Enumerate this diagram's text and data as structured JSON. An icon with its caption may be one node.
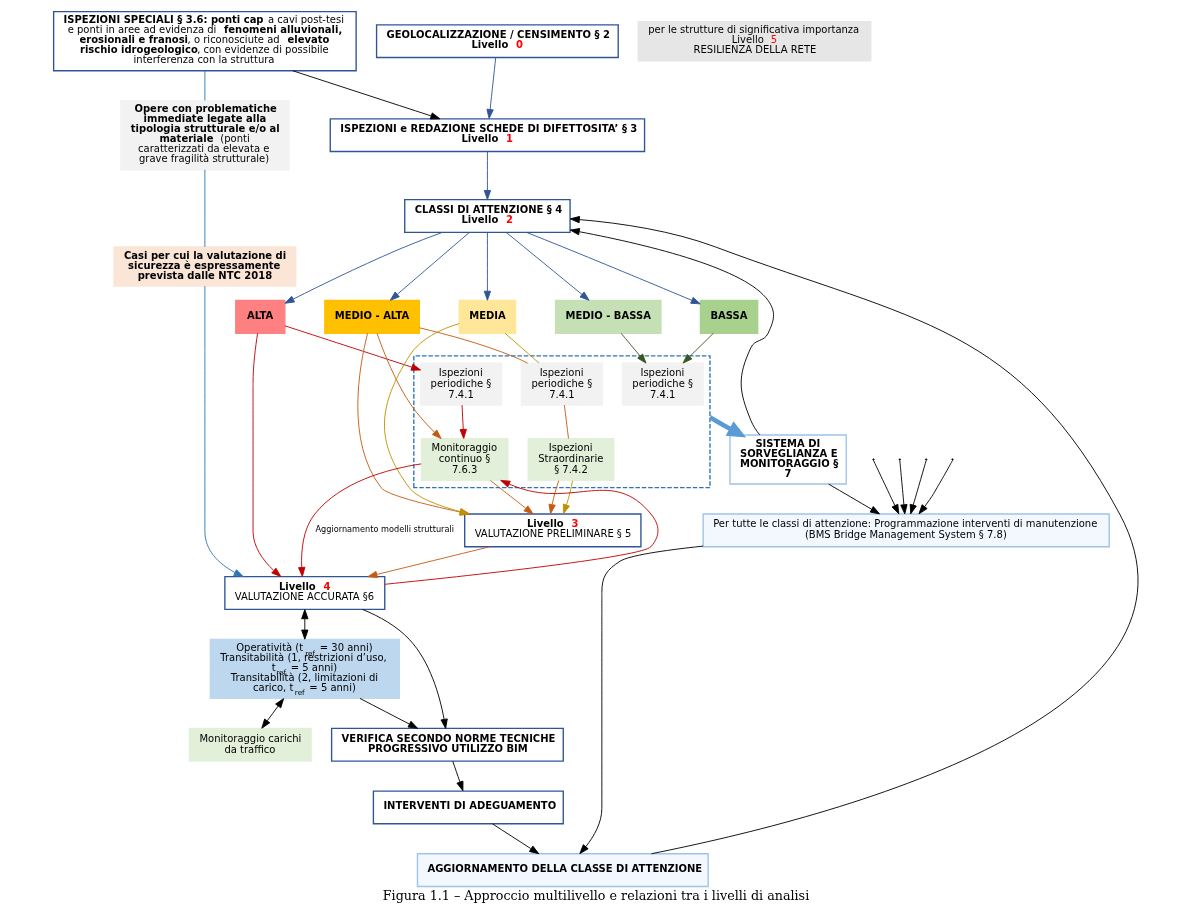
{
  "diagram": {
    "caption": "Figura 1.1 – Approccio multilivello e relazioni tra i livelli di analisi",
    "nodes": [
      {
        "text": [
          "**ISPEZIONI SPECIALI § 3.6: ponti cap** a cavi post-tesi e ponti in aree ad evidenza di **fenomeni alluvionali, erosionali e franosi**, o riconosciute ad **elevato rischio idrogeologico**, con evidenze di possibile interferenza con la struttura"
        ]
      },
      {
        "text": [
          "GEOLOCALIZZAZIONE / CENSIMENTO § 2",
          "Livello 0"
        ]
      },
      {
        "text": [
          "ISPEZIONI e REDAZIONE SCHEDE DI DIFETTOSITA’ § 3",
          "Livello 1"
        ]
      },
      {
        "text": [
          "CLASSI DI ATTENZIONE § 4",
          "Livello 2"
        ]
      },
      {
        "text": [
          "**Opere con problematiche immediate legate alla tipologia strutturale e/o al materiale** (ponti caratterizzati da elevata e grave fragilità strutturale)"
        ]
      },
      {
        "text": [
          "Casi per cui la valutazione di sicurezza è espressamente prevista dalle NTC 2018"
        ]
      },
      {
        "text": [
          "ALTA"
        ]
      },
      {
        "text": [
          "MEDIO - ALTA"
        ]
      },
      {
        "text": [
          "MEDIA"
        ]
      },
      {
        "text": [
          "MEDIO - BASSA"
        ]
      },
      {
        "text": [
          "BASSA"
        ]
      },
      {
        "text": [],
        "shape": "box"
      },
      {
        "text": [
          "Ispezioni periodiche § 7.4.1"
        ],
        "in": 11
      },
      {
        "text": [
          "Monitoraggio continuo § 7.6.3"
        ],
        "in": 11
      },
      {
        "text": [
          "Ispezioni periodiche § 7.4.1"
        ],
        "in": 11
      },
      {
        "text": [
          "Ispezioni Straordinarie § 7.4.2"
        ],
        "in": 11
      },
      {
        "text": [
          "Ispezioni periodiche § 7.4.1"
        ],
        "in": 11
      },
      {
        "text": [
          "SISTEMA DI SORVEGLIANZA E MONITORAGGIO § 7"
        ]
      },
      {
        "text": [
          "Livello 3",
          "VALUTAZIONE PRELIMINARE § 5"
        ]
      },
      {
        "text": [
          "Livello 4",
          "VALUTAZIONE ACCURATA §6"
        ]
      },
      {
        "text": [
          "Operatività (t$_{ref}$ = 30 anni)",
          "Transitabilità (1, restrizioni d’uso, t$_{ref}$ = 5 anni)",
          "Transitabilità (2, limitazioni di carico, t$_{ref}$ = 5 anni)"
        ]
      },
      {
        "text": [
          "Monitoraggio carichi da traffico"
        ]
      },
      {
        "text": [
          "VERIFICA SECONDO NORME TECNICHE PROGRESSIVO UTILIZZO BIM"
        ]
      },
      {
        "text": [
          "INTERVENTI DI ADEGUAMENTO"
        ]
      },
      {
        "text": [
          "Per tutte le classi di attenzione: Programmazione interventi di manutenzione",
          "(BMS Bridge Management System § 7.8)"
        ]
      },
      {
        "text": [
          "AGGIORNAMENTO DELLA CLASSE DI ATTENZIONE"
        ]
      },
      {
        "text": [
          "per le strutture di significativa importanza",
          "Livello 5",
          "RESILIENZA DELLA RETE"
        ]
      }
    ],
    "edges": [
      {
        "from": 0,
        "to": 2,
        "arrow": "to"
      },
      {
        "from": 1,
        "to": 2,
        "arrow": "to",
        "color": "#2f5597"
      },
      {
        "from": 2,
        "to": 3,
        "arrow": "to",
        "color": "#2f5597"
      },
      {
        "from": 3,
        "to": 6,
        "arrow": "to",
        "color": "#2f5597"
      },
      {
        "from": 3,
        "to": 7,
        "arrow": "to",
        "color": "#2f5597"
      },
      {
        "from": 3,
        "to": 8,
        "arrow": "to",
        "color": "#2f5597"
      },
      {
        "from": 3,
        "to": 9,
        "arrow": "to",
        "color": "#2f5597"
      },
      {
        "from": 3,
        "to": 10,
        "arrow": "to",
        "color": "#2f5597"
      },
      {
        "from": 0,
        "to": 4,
        "arrow": "none",
        "color": "#2e75b6"
      },
      {
        "from": 4,
        "to": 5,
        "arrow": "none",
        "color": "#2e75b6"
      },
      {
        "from": 5,
        "to": 19,
        "arrow": "to",
        "color": "#2e75b6"
      },
      {
        "from": 6,
        "to": 12,
        "arrow": "to",
        "color": "#c00000"
      },
      {
        "from": 12,
        "to": 13,
        "arrow": "to",
        "color": "#c00000"
      },
      {
        "from": 6,
        "to": 19,
        "arrow": "to",
        "color": "#c00000"
      },
      {
        "from": 7,
        "to": 13,
        "arrow": "to",
        "color": "#c55a11"
      },
      {
        "from": 7,
        "to": 18,
        "arrow": "to",
        "color": "#c55a11"
      },
      {
        "from": 13,
        "to": 18,
        "arrow": "to",
        "color": "#c55a11"
      },
      {
        "from": 7,
        "to": 14,
        "arrow": "none",
        "color": "#c55a11"
      },
      {
        "from": 14,
        "to": 15,
        "arrow": "none",
        "color": "#c55a11"
      },
      {
        "from": 15,
        "to": 18,
        "arrow": "to",
        "color": "#c55a11"
      },
      {
        "from": 8,
        "to": 14,
        "arrow": "none",
        "color": "#bf9000"
      },
      {
        "from": 15,
        "to": 18,
        "arrow": "to",
        "color": "#bf9000"
      },
      {
        "from": 8,
        "to": 18,
        "arrow": "to",
        "color": "#bf9000"
      },
      {
        "from": 9,
        "to": 16,
        "arrow": "to",
        "color": "#385723"
      },
      {
        "from": 10,
        "to": 16,
        "arrow": "to",
        "color": "#385723"
      },
      {
        "from": 11,
        "to": 17,
        "arrow": "to",
        "style": "thick",
        "color": "#5b9bd5"
      },
      {
        "from": 19,
        "to": 13,
        "arrow": "to",
        "color": "#c00000"
      },
      {
        "from": 13,
        "to": 19,
        "arrow": "to",
        "label": "Aggiornamento modelli strutturali",
        "color": "#c00000"
      },
      {
        "from": 18,
        "to": 19,
        "arrow": "to",
        "color": "#c55a11"
      },
      {
        "from": 19,
        "to": 20,
        "arrow": "both"
      },
      {
        "from": 20,
        "to": 21,
        "arrow": "both"
      },
      {
        "from": 19,
        "to": 22,
        "arrow": "to"
      },
      {
        "from": 20,
        "to": 22,
        "arrow": "to"
      },
      {
        "from": 22,
        "to": 23,
        "arrow": "to"
      },
      {
        "from": 23,
        "to": 25,
        "arrow": "to"
      },
      {
        "from": null,
        "to": 24,
        "arrow": "to"
      },
      {
        "from": null,
        "to": 24,
        "arrow": "to"
      },
      {
        "from": null,
        "to": 24,
        "arrow": "to"
      },
      {
        "from": null,
        "to": 24,
        "arrow": "to"
      },
      {
        "from": 17,
        "to": 24,
        "arrow": "to"
      },
      {
        "from": 24,
        "to": 25,
        "arrow": "to"
      },
      {
        "from": 17,
        "to": 3,
        "arrow": "to"
      },
      {
        "from": 25,
        "to": 3,
        "arrow": "to"
      }
    ]
  }
}
